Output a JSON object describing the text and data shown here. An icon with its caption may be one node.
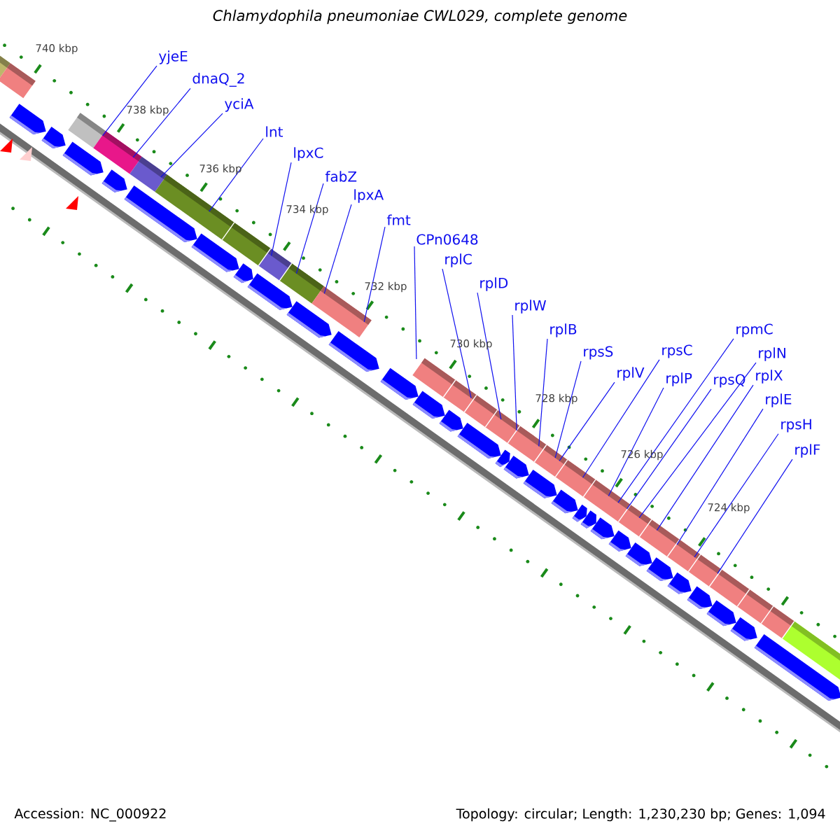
{
  "diagram": {
    "title": "Chlamydophila pneumoniae CWL029, complete genome",
    "nodes": [
      {
        "text": [
          "yjeE"
        ]
      },
      {
        "text": [
          "dnaQ_2"
        ]
      },
      {
        "text": [
          "yciA"
        ]
      },
      {
        "text": [
          "lnt"
        ]
      },
      {
        "text": [
          "lpxC"
        ]
      },
      {
        "text": [
          "fabZ"
        ]
      },
      {
        "text": [
          "lpxA"
        ]
      },
      {
        "text": [
          "fmt"
        ]
      },
      {
        "text": [
          "CPn0648"
        ]
      },
      {
        "text": [
          "rplC"
        ]
      },
      {
        "text": [
          "rplD"
        ]
      },
      {
        "text": [
          "rplW"
        ]
      },
      {
        "text": [
          "rplB"
        ]
      },
      {
        "text": [
          "rpsS"
        ]
      },
      {
        "text": [
          "rplV"
        ]
      },
      {
        "text": [
          "rpsC"
        ]
      },
      {
        "text": [
          "rplP"
        ]
      },
      {
        "text": [
          "rpmC"
        ]
      },
      {
        "text": [
          "rpsQ"
        ]
      },
      {
        "text": [
          "rplN"
        ]
      },
      {
        "text": [
          "rplX"
        ]
      },
      {
        "text": [
          "rplE"
        ]
      },
      {
        "text": [
          "rpsH"
        ]
      },
      {
        "text": [
          "rplF"
        ]
      }
    ],
    "edges": [
      {
        "from": 0,
        "to": null,
        "arrow": "none"
      },
      {
        "from": 1,
        "to": null,
        "arrow": "none"
      },
      {
        "from": 2,
        "to": null,
        "arrow": "none"
      },
      {
        "from": 3,
        "to": null,
        "arrow": "none"
      },
      {
        "from": 4,
        "to": null,
        "arrow": "none"
      },
      {
        "from": 5,
        "to": null,
        "arrow": "none"
      },
      {
        "from": 6,
        "to": null,
        "arrow": "none"
      },
      {
        "from": 7,
        "to": null,
        "arrow": "none"
      },
      {
        "from": 8,
        "to": null,
        "arrow": "none"
      },
      {
        "from": 9,
        "to": null,
        "arrow": "none"
      },
      {
        "from": 10,
        "to": null,
        "arrow": "none"
      },
      {
        "from": 11,
        "to": null,
        "arrow": "none"
      },
      {
        "from": 12,
        "to": null,
        "arrow": "none"
      },
      {
        "from": 13,
        "to": null,
        "arrow": "none"
      },
      {
        "from": 14,
        "to": null,
        "arrow": "none"
      },
      {
        "from": 15,
        "to": null,
        "arrow": "none"
      },
      {
        "from": 16,
        "to": null,
        "arrow": "none"
      },
      {
        "from": 17,
        "to": null,
        "arrow": "none"
      },
      {
        "from": 18,
        "to": null,
        "arrow": "none"
      },
      {
        "from": 19,
        "to": null,
        "arrow": "none"
      },
      {
        "from": 20,
        "to": null,
        "arrow": "none"
      },
      {
        "from": 21,
        "to": null,
        "arrow": "none"
      },
      {
        "from": 22,
        "to": null,
        "arrow": "none"
      },
      {
        "from": 23,
        "to": null,
        "arrow": "none"
      }
    ],
    "labels": [
      "740 kbp",
      "738 kbp",
      "736 kbp",
      "734 kbp",
      "732 kbp",
      "730 kbp",
      "728 kbp",
      "726 kbp",
      "724 kbp",
      "Accession: NC_000922",
      "Topology: circular; Length: 1,230,230 bp; Genes: 1,094"
    ]
  }
}
